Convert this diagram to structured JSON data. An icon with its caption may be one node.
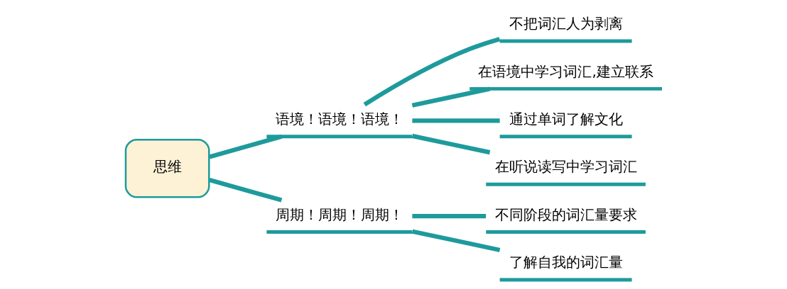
{
  "diagram": {
    "nodes": [
      {
        "text": [
          "思维"
        ]
      },
      {
        "text": [
          "语境！语境！语境！"
        ]
      },
      {
        "text": [
          "不把词汇人为剥离"
        ]
      },
      {
        "text": [
          "在语境中学习词汇,建立联系"
        ]
      },
      {
        "text": [
          "通过单词了解文化"
        ]
      },
      {
        "text": [
          "在听说读写中学习词汇"
        ]
      },
      {
        "text": [
          "周期！周期！周期！"
        ]
      },
      {
        "text": [
          "不同阶段的词汇量要求"
        ]
      },
      {
        "text": [
          "了解自我的词汇量"
        ]
      }
    ],
    "edges": [
      {
        "from": 0,
        "to": 1,
        "arrow": "none"
      },
      {
        "from": 1,
        "to": 2,
        "arrow": "none"
      },
      {
        "from": 1,
        "to": 3,
        "arrow": "none"
      },
      {
        "from": 1,
        "to": 4,
        "arrow": "none"
      },
      {
        "from": 1,
        "to": 5,
        "arrow": "none"
      },
      {
        "from": 0,
        "to": 6,
        "arrow": "none"
      },
      {
        "from": 6,
        "to": 7,
        "arrow": "none"
      },
      {
        "from": 6,
        "to": 8,
        "arrow": "none"
      }
    ]
  }
}
